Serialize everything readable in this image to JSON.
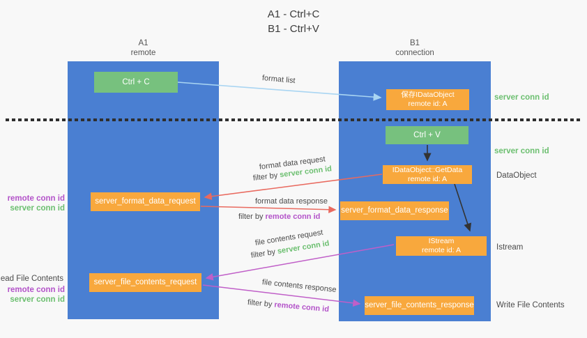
{
  "title": {
    "line1": "A1 - Ctrl+C",
    "line2": "B1 - Ctrl+V"
  },
  "lanes": {
    "a1": {
      "name": "A1",
      "subtitle": "remote"
    },
    "b1": {
      "name": "B1",
      "subtitle": "connection"
    }
  },
  "nodes": {
    "ctrl_c": {
      "label": "Ctrl + C"
    },
    "ctrl_v": {
      "label": "Ctrl + V"
    },
    "save_dataobject": {
      "line1": "保存IDataObject",
      "line2": "remote id: A"
    },
    "getdata": {
      "line1": "IDataObject::GetData",
      "line2": "remote id: A"
    },
    "istream": {
      "line1": "IStream",
      "line2": "remote id: A"
    },
    "format_request": {
      "label": "server_format_data_request"
    },
    "format_response": {
      "label": "server_format_data_response"
    },
    "file_request": {
      "label": "server_file_contents_request"
    },
    "file_response": {
      "label": "server_file_contents_response"
    }
  },
  "annotations": {
    "format_list": "format list",
    "format_data_request": "format data request",
    "format_data_response": "format data response",
    "file_contents_request": "file contents request",
    "file_contents_response": "file contents response",
    "filter_by": "filter by ",
    "server_conn_id": "server conn id",
    "remote_conn_id": "remote conn id"
  },
  "side_labels": {
    "left": {
      "remote_conn_id": "remote conn id",
      "server_conn_id": "server conn id",
      "read_file_contents": "Read File Contents"
    },
    "right": {
      "server_conn_id_top": "server conn id",
      "server_conn_id_mid": "server conn id",
      "dataobject": "DataObject",
      "istream": "Istream",
      "write_file_contents": "Write File Contents"
    }
  },
  "colors": {
    "panel_blue": "#4a7fd2",
    "box_green": "#77c17e",
    "box_orange": "#f8a83d",
    "arrow_lightblue": "#a9d5f2",
    "arrow_red": "#e96a5f",
    "arrow_magenta": "#c05fc8",
    "arrow_black": "#333333",
    "text_green": "#6cbf70",
    "text_purple": "#b353c9",
    "text_dark": "#4a4a4a",
    "bg": "#f8f8f8",
    "dash": "#2e2e2e"
  }
}
